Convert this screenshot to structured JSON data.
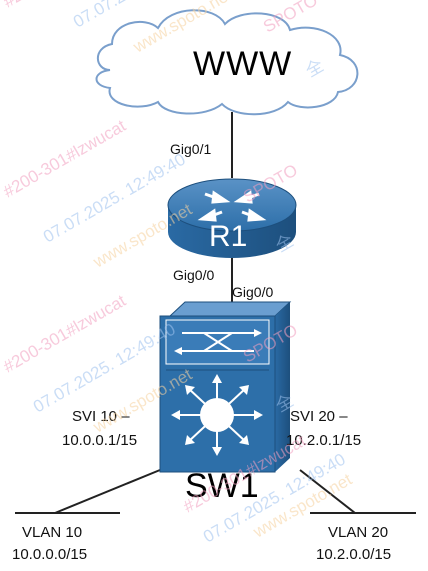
{
  "cloud": {
    "label": "WWW",
    "icon": "cloud-icon"
  },
  "router": {
    "name": "R1",
    "icon": "router-icon",
    "port_up": "Gig0/1",
    "port_down": "Gig0/0"
  },
  "switch": {
    "name": "SW1",
    "icon": "layer3-switch-icon",
    "port_up": "Gig0/0",
    "svi_left": {
      "line1": "SVI 10 –",
      "line2": "10.0.0.1/15"
    },
    "svi_right": {
      "line1": "SVI 20 –",
      "line2": "10.2.0.1/15"
    }
  },
  "vlans": [
    {
      "name": "VLAN 10",
      "subnet": "10.0.0.0/15"
    },
    {
      "name": "VLAN 20",
      "subnet": "10.2.0.0/15"
    }
  ],
  "watermark": {
    "lines": [
      "#200-301#lzwucat",
      "07.07.2025. 12:49:40",
      "www.spoto.net",
      "SPOTO",
      "全"
    ],
    "colors": [
      "#f2a0c0",
      "#9fc3ef",
      "#f6d2a0"
    ]
  },
  "colors": {
    "device_blue": "#2d6fa9",
    "device_blue_dark": "#1d4f7d",
    "device_blue_light": "#5a92c6",
    "cloud_outline": "#7a9fcc",
    "link": "#222222"
  }
}
